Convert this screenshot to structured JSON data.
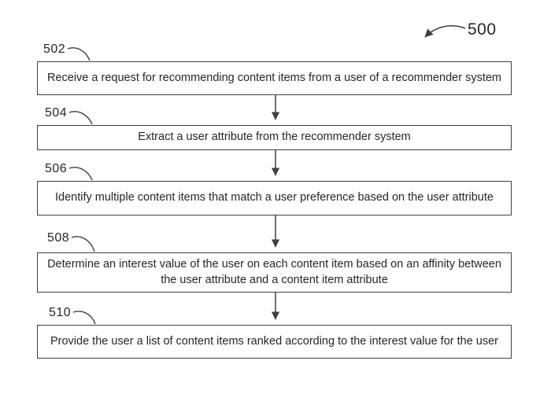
{
  "figure": {
    "number": "500"
  },
  "steps": [
    {
      "ref": "502",
      "text": "Receive a request for recommending content items from a user of a recommender system"
    },
    {
      "ref": "504",
      "text": "Extract a user attribute from the recommender system"
    },
    {
      "ref": "506",
      "text": "Identify multiple content items that match a user preference based on the user attribute"
    },
    {
      "ref": "508",
      "text": "Determine an interest value of the user on each content item based on an affinity between the user attribute and a content item attribute"
    },
    {
      "ref": "510",
      "text": "Provide the user a list of content items ranked according to the interest value for the user"
    }
  ],
  "colors": {
    "line": "#3f3f3f",
    "text": "#262626",
    "background": "#ffffff"
  }
}
